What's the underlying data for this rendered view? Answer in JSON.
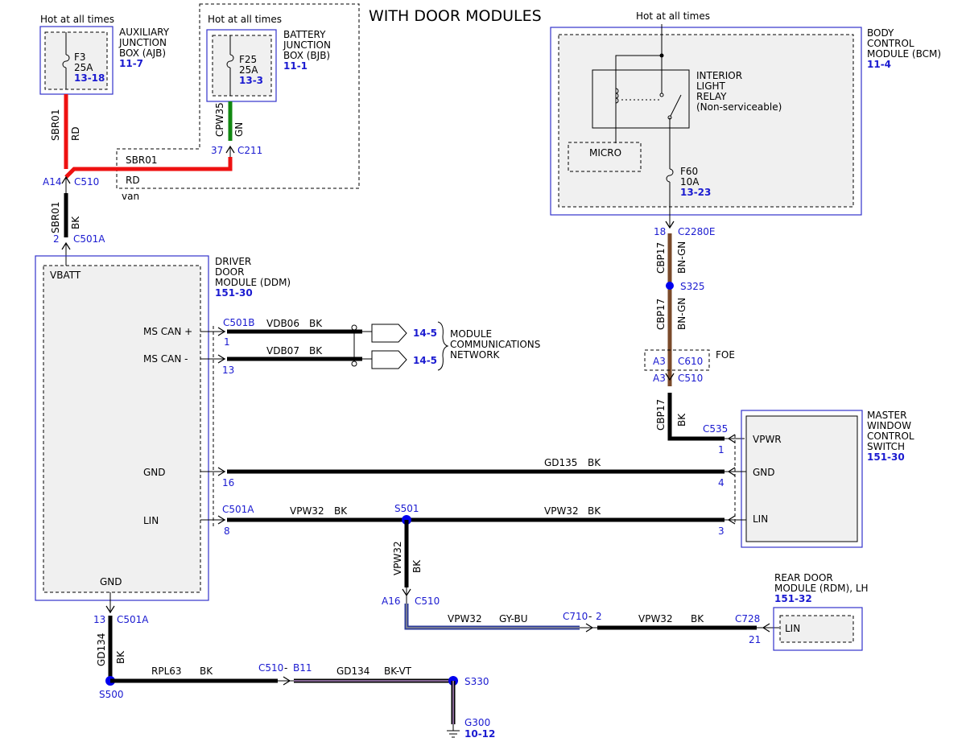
{
  "title": "WITH DOOR MODULES",
  "colors": {
    "RD": "#ee1111",
    "GN": "#118811",
    "BN": "#7a4a2a",
    "BK": "#000000",
    "GY": "#8c8c8c",
    "BU": "#2a3a9a",
    "VT": "#b58ac8",
    "box_border": "#3333cc",
    "ref_text": "#1a1ad0",
    "splice": "#0000ee"
  },
  "ajb": {
    "hot": "Hot at all times",
    "name_lines": [
      "AUXILIARY",
      "JUNCTION",
      "BOX (AJB)"
    ],
    "ref": "11-7",
    "fuse": "F3",
    "amps": "25A",
    "fuse_ref": "13-18"
  },
  "bjb": {
    "hot": "Hot at all times",
    "name_lines": [
      "BATTERY",
      "JUNCTION",
      "BOX (BJB)"
    ],
    "ref": "11-1",
    "fuse": "F25",
    "amps": "25A",
    "fuse_ref": "13-3"
  },
  "bcm": {
    "hot": "Hot at all times",
    "name_lines": [
      "BODY",
      "CONTROL",
      "MODULE (BCM)"
    ],
    "ref": "11-4",
    "relay_lines": [
      "INTERIOR",
      "LIGHT",
      "RELAY",
      "(Non-serviceable)"
    ],
    "micro": "MICRO",
    "fuse": "F60",
    "amps": "10A",
    "fuse_ref": "13-23"
  },
  "ddm": {
    "name_lines": [
      "DRIVER",
      "DOOR",
      "MODULE (DDM)"
    ],
    "ref": "151-30",
    "vbatt": "VBATT",
    "ms_can_plus": "MS CAN +",
    "ms_can_minus": "MS CAN -",
    "gnd": "GND",
    "lin": "LIN",
    "gnd_bottom": "GND"
  },
  "mwcs": {
    "name_lines": [
      "MASTER",
      "WINDOW",
      "CONTROL",
      "SWITCH"
    ],
    "ref": "151-30",
    "vpwr": "VPWR",
    "gnd": "GND",
    "lin": "LIN"
  },
  "rdm": {
    "name_lines": [
      "REAR DOOR",
      "MODULE (RDM), LH"
    ],
    "ref": "151-32",
    "lin": "LIN"
  },
  "network": {
    "lines": [
      "MODULE",
      "COMMUNICATIONS",
      "NETWORK"
    ],
    "ref1": "14-5",
    "ref2": "14-5"
  },
  "wires": {
    "sbr01": "SBR01",
    "rd": "RD",
    "van": "van",
    "cpw35": "CPW35",
    "gn": "GN",
    "bk": "BK",
    "cbp17": "CBP17",
    "bn_gn": "BN-GN",
    "vdb06": "VDB06",
    "vdb07": "VDB07",
    "gd135": "GD135",
    "vpw32": "VPW32",
    "gy_bu": "GY-BU",
    "gd134": "GD134",
    "rpl63": "RPL63",
    "bk_vt": "BK-VT"
  },
  "connectors": {
    "a14": "A14",
    "c510": "C510",
    "pin2": "2",
    "c501a": "C501A",
    "pin37": "37",
    "c211": "C211",
    "pin18": "18",
    "c2280e": "C2280E",
    "s325": "S325",
    "a3_top": "A3",
    "c610": "C610",
    "foe": "FOE",
    "a3_bot": "A3",
    "c510_b": "C510",
    "c535": "C535",
    "pin1_c535": "1",
    "c501b": "C501B",
    "pin1": "1",
    "pin13": "13",
    "pin16": "16",
    "pin4": "4",
    "c501a_lin": "C501A",
    "pin8": "8",
    "s501": "S501",
    "pin3": "3",
    "a16": "A16",
    "c510_c": "C510",
    "c710": "C710",
    "dash": "-",
    "pin2_c710": "2",
    "c728": "C728",
    "pin21": "21",
    "pin13_c501a": "13",
    "c501a_gnd": "C501A",
    "s500": "S500",
    "c510_d": "C510",
    "b11": "B11",
    "s330": "S330",
    "g300": "G300",
    "g300_ref": "10-12"
  }
}
